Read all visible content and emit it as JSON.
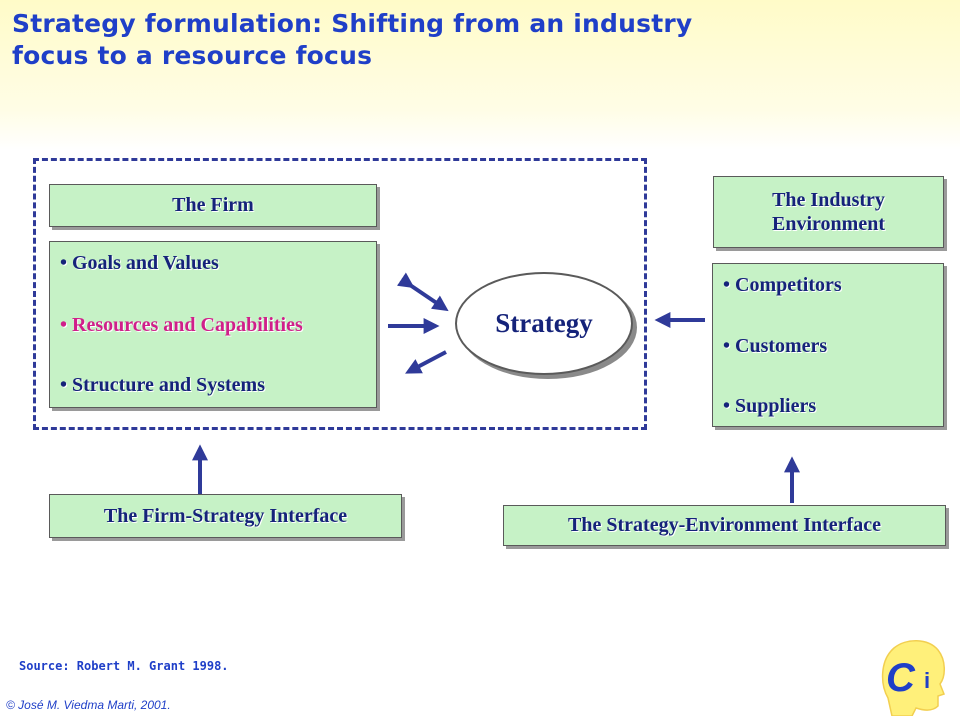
{
  "title": {
    "line1": "Strategy formulation:  Shifting from an industry",
    "line2": "focus to a resource focus"
  },
  "firm": {
    "label": "The Firm",
    "items": [
      {
        "text": "• Goals and Values",
        "highlight": false
      },
      {
        "text": "• Resources and Capabilities",
        "highlight": true
      },
      {
        "text": "• Structure and Systems",
        "highlight": false
      }
    ]
  },
  "strategy": "Strategy",
  "industry": {
    "label_line1": "The Industry",
    "label_line2": "Environment",
    "items": [
      "• Competitors",
      "• Customers",
      "• Suppliers"
    ]
  },
  "interfaces": {
    "firm_strategy": "The Firm-Strategy Interface",
    "strategy_environment": "The Strategy-Environment Interface"
  },
  "source": "Source:  Robert M. Grant 1998.",
  "copyright": "© José M. Viedma Marti, 2001.",
  "logo": {
    "letter_main": "C",
    "letter_sub": "i"
  },
  "colors": {
    "title": "#1f3fc8",
    "box_fill": "#c6f2c6",
    "box_text": "#15237a",
    "highlight": "#d01f8a",
    "arrow": "#2f3a99",
    "logo_head": "#fff07a"
  }
}
